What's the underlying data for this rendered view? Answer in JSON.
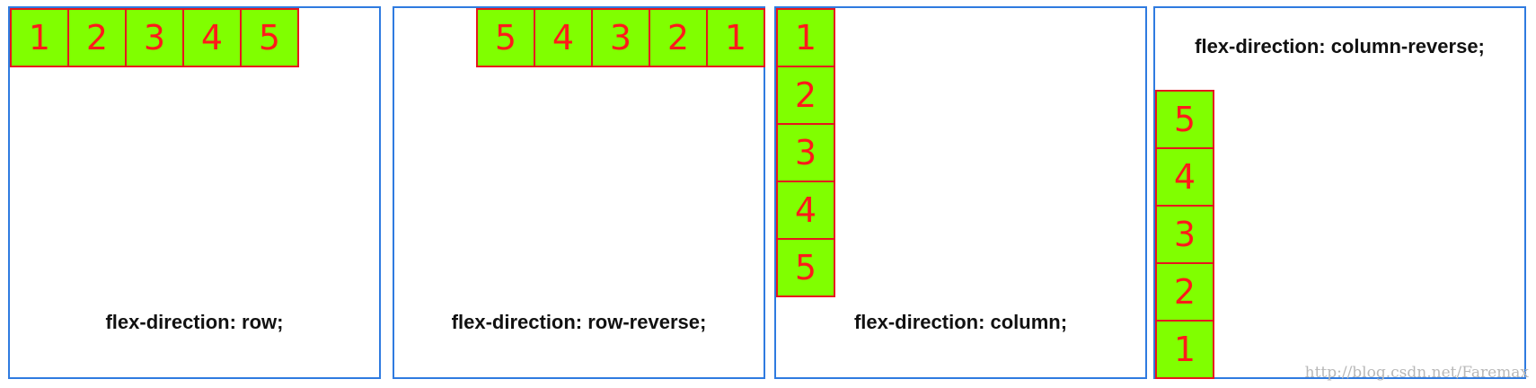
{
  "accent_colors": {
    "panel_border": "#2f7be0",
    "item_fill": "#80ff00",
    "item_border": "#e6161d",
    "item_text": "#ff1a1a"
  },
  "panels": [
    {
      "id": "row",
      "label": "flex-direction: row;",
      "items": [
        "1",
        "2",
        "3",
        "4",
        "5"
      ]
    },
    {
      "id": "row-reverse",
      "label": "flex-direction: row-reverse;",
      "items": [
        "5",
        "4",
        "3",
        "2",
        "1"
      ]
    },
    {
      "id": "column",
      "label": "flex-direction: column;",
      "items": [
        "1",
        "2",
        "3",
        "4",
        "5"
      ]
    },
    {
      "id": "column-reverse",
      "label": "flex-direction: column-reverse;",
      "items": [
        "5",
        "4",
        "3",
        "2",
        "1"
      ]
    }
  ],
  "watermark": "http://blog.csdn.net/Faremax"
}
